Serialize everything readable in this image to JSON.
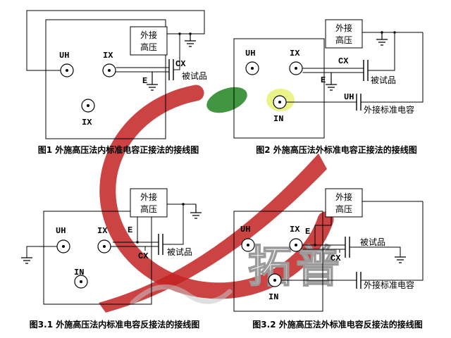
{
  "watermark": {
    "brand_text": "拓普",
    "ring_color": "#c32222",
    "leaf_color": "#2e8b2e",
    "glow_color": "#e2ec55",
    "outline_color": "#9a9a9a"
  },
  "figures": [
    {
      "caption": "图1 外施高压法内标准电容正接法的接线图",
      "labels": {
        "uh": "UH",
        "ix": "IX",
        "ix2": "IX",
        "hv1": "外接",
        "hv2": "高压",
        "cx": "CX",
        "e": "E",
        "dut": "被试品"
      }
    },
    {
      "caption": "图2 外施高压法外标准电容正接法的接线图",
      "labels": {
        "uh": "UH",
        "ix": "IX",
        "in": "IN",
        "hv1": "外接",
        "hv2": "高压",
        "cx": "CX",
        "e": "E",
        "dut": "被试品",
        "uh2": "UH",
        "stdcap": "外接标准电容"
      }
    },
    {
      "caption": "图3.1 外施高压法内标准电容反接法的接线图",
      "labels": {
        "uh": "UH",
        "ix": "IX",
        "in": "IN",
        "hv1": "外接",
        "hv2": "高压",
        "e": "E",
        "cx": "CX",
        "dut": "被试品"
      }
    },
    {
      "caption": "图3.2 外施高压法外标准电容反接法的接线图",
      "labels": {
        "uh": "UH",
        "ix": "IX",
        "e": "E",
        "in": "IN",
        "hv1": "外接",
        "hv2": "高压",
        "cx": "CX",
        "dut": "被试品",
        "stdcap": "外接标准电容"
      }
    }
  ]
}
